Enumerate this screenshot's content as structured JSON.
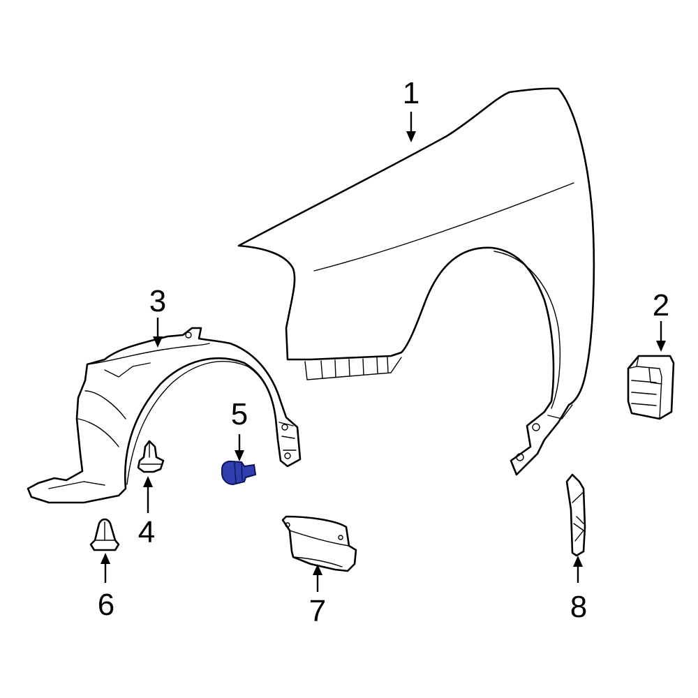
{
  "diagram": {
    "highlight_color": "#2f3fae",
    "callouts": [
      {
        "label": "1"
      },
      {
        "label": "2"
      },
      {
        "label": "3"
      },
      {
        "label": "4"
      },
      {
        "label": "5"
      },
      {
        "label": "6"
      },
      {
        "label": "7"
      },
      {
        "label": "8"
      }
    ],
    "highlighted_part": "5"
  }
}
